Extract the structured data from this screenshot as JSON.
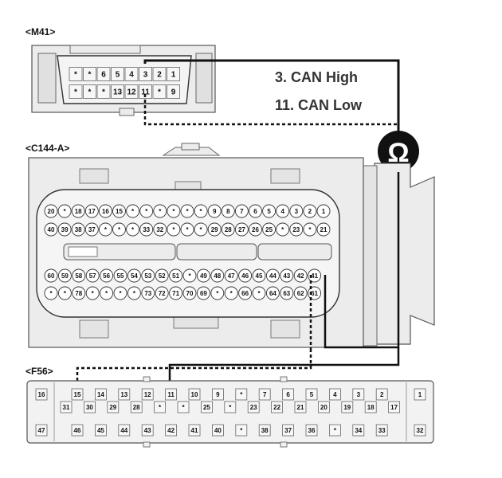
{
  "connectors": {
    "m41": {
      "label": "<M41>",
      "row1": [
        "*",
        "*",
        "6",
        "5",
        "4",
        "3",
        "2",
        "1"
      ],
      "row2": [
        "*",
        "*",
        "*",
        "13",
        "12",
        "11",
        "*",
        "9"
      ]
    },
    "c144a": {
      "label": "<C144-A>",
      "row1": [
        "20",
        "*",
        "18",
        "17",
        "16",
        "15",
        "*",
        "*",
        "*",
        "*",
        "*",
        "*",
        "9",
        "8",
        "7",
        "6",
        "5",
        "4",
        "3",
        "2",
        "1"
      ],
      "row2": [
        "40",
        "39",
        "38",
        "37",
        "*",
        "*",
        "*",
        "33",
        "32",
        "*",
        "*",
        "*",
        "29",
        "28",
        "27",
        "26",
        "25",
        "*",
        "23",
        "*",
        "21"
      ],
      "row3": [
        "60",
        "59",
        "58",
        "57",
        "56",
        "55",
        "54",
        "53",
        "52",
        "51",
        "*",
        "49",
        "48",
        "47",
        "46",
        "45",
        "44",
        "43",
        "42",
        "41"
      ],
      "row4": [
        "*",
        "*",
        "78",
        "*",
        "*",
        "*",
        "*",
        "73",
        "72",
        "71",
        "70",
        "69",
        "*",
        "*",
        "66",
        "*",
        "64",
        "63",
        "62",
        "61"
      ]
    },
    "f56": {
      "label": "<F56>",
      "row1": [
        "16",
        "15",
        "14",
        "13",
        "12",
        "11",
        "10",
        "9",
        "*",
        "7",
        "6",
        "5",
        "4",
        "3",
        "2",
        "1"
      ],
      "row2": [
        "31",
        "30",
        "29",
        "28",
        "*",
        "*",
        "25",
        "*",
        "23",
        "22",
        "21",
        "20",
        "19",
        "18",
        "17"
      ],
      "row3": [
        "47",
        "46",
        "45",
        "44",
        "43",
        "42",
        "41",
        "40",
        "*",
        "38",
        "37",
        "36",
        "*",
        "34",
        "33",
        "32"
      ]
    }
  },
  "signals": {
    "can_high": "3. CAN High",
    "can_low": "11. CAN Low"
  },
  "meter_symbol": "Ω"
}
